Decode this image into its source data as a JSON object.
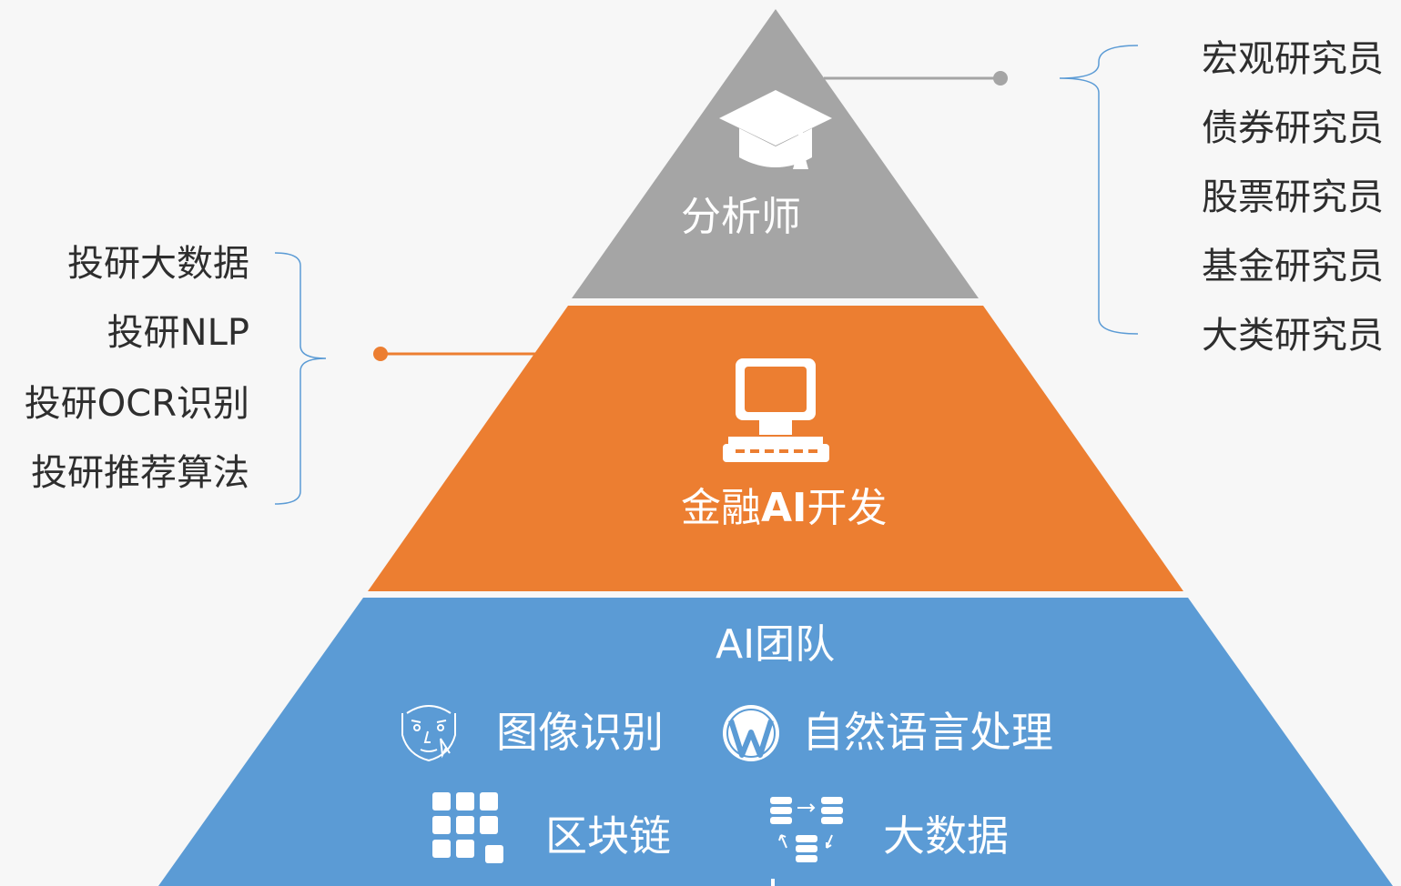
{
  "top_tier": {
    "title": "分析师",
    "icon": "graduation-cap-icon",
    "color": "#a5a5a5"
  },
  "middle_tier": {
    "title_pre": "金融",
    "title_ai": "AI",
    "title_post": "开发",
    "icon": "computer-terminal-icon",
    "color": "#ec7e31"
  },
  "bottom_tier": {
    "title": "AI团队",
    "color": "#5b9bd5",
    "items": [
      {
        "label": "图像识别",
        "icon": "face-recognition-icon"
      },
      {
        "label": "自然语言处理",
        "icon": "wordpress-logo-icon"
      },
      {
        "label": "区块链",
        "icon": "grid-blocks-icon"
      },
      {
        "label": "大数据",
        "icon": "database-sync-icon"
      }
    ]
  },
  "left_list": [
    "投研大数据",
    "投研NLP",
    "投研OCR识别",
    "投研推荐算法"
  ],
  "right_list": [
    "宏观研究员",
    "债券研究员",
    "股票研究员",
    "基金研究员",
    "大类研究员"
  ],
  "colors": {
    "connector_gray": "#a5a5a5",
    "connector_orange": "#ec7e31",
    "bracket_blue": "#5b9bd5",
    "background": "#f7f7f7"
  }
}
